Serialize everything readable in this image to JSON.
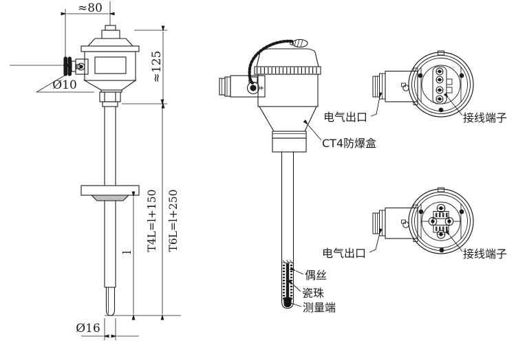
{
  "colors": {
    "line": "#1a1a1a",
    "background": "#ffffff",
    "hub_fill": "#bfbfbf",
    "dark_fill": "#1c1c1c"
  },
  "left_view": {
    "dim_width_top": "≈80",
    "dim_head_height": "≈125",
    "dim_fitting_diameter": "Ø10",
    "dim_insertion_length": "l",
    "dim_length_t4": "T4L=l+150",
    "dim_length_t6": "T6L=l+250",
    "dim_probe_diameter": "Ø16"
  },
  "middle_view": {
    "label_explosion_proof_box": "CT4防爆盒",
    "label_couple_wire": "偶丝",
    "label_ceramic_beads": "瓷珠",
    "label_measuring_end": "测量端"
  },
  "terminal_view_upper": {
    "label_electrical_outlet": "电气出口",
    "label_terminals": "接线端子"
  },
  "terminal_view_lower": {
    "label_electrical_outlet": "电气出口",
    "label_terminals": "接线端子"
  }
}
